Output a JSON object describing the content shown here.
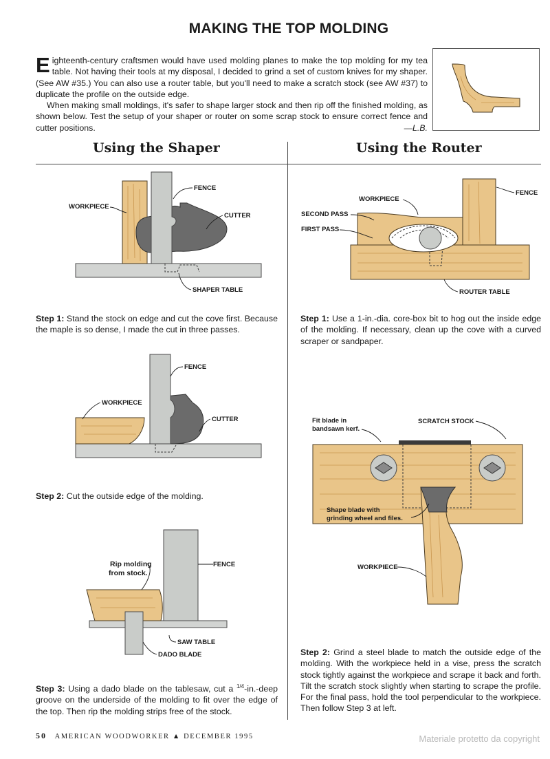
{
  "title": "MAKING THE TOP MOLDING",
  "intro": {
    "dropcap": "E",
    "p1_rest": "ighteenth-century craftsmen would have used molding planes to make the top molding for my tea table. Not having their tools at my disposal, I decided to grind a set of custom knives for my shaper. (See AW #35.) You can also use a router table, but you'll need to make a scratch stock (see AW #37) to duplicate the profile on the outside edge.",
    "p2": "When making small moldings, it's safer to shape larger stock and then rip off the finished molding, as shown below. Test the setup of your shaper or router on some scrap stock to ensure correct fence and cutter positions.",
    "signature": "—L.B."
  },
  "columns": {
    "left_heading": "Using the Shaper",
    "right_heading": "Using the Router"
  },
  "shaper": {
    "fig1": {
      "workpiece": "WORKPIECE",
      "fence": "FENCE",
      "cutter": "CUTTER",
      "table": "SHAPER TABLE"
    },
    "step1": {
      "label": "Step 1:",
      "text": "Stand the stock on edge and cut the cove first. Because the maple is so dense, I made the cut in three passes."
    },
    "fig2": {
      "workpiece": "WORKPIECE",
      "fence": "FENCE",
      "cutter": "CUTTER"
    },
    "step2": {
      "label": "Step 2:",
      "text": "Cut the outside edge of the molding."
    },
    "fig3": {
      "rip_line1": "Rip molding",
      "rip_line2": "from stock.",
      "fence": "FENCE",
      "table": "SAW TABLE",
      "dado": "DADO BLADE"
    },
    "step3": {
      "label": "Step 3:",
      "text_before": "Using a dado blade on the tablesaw, cut a ",
      "fraction": "1/4",
      "text_after": "-in.-deep groove on the underside of the molding to fit over the edge of the top. Then rip the molding strips free of the stock."
    }
  },
  "router": {
    "fig1": {
      "workpiece": "WORKPIECE",
      "second": "SECOND PASS",
      "first": "FIRST PASS",
      "fence": "FENCE",
      "table": "ROUTER TABLE"
    },
    "step1": {
      "label": "Step 1:",
      "text": "Use a 1-in.-dia. core-box bit to hog out the inside edge of the molding. If necessary, clean up the cove with a curved scraper or sandpaper."
    },
    "fig2": {
      "fit_line1": "Fit blade in",
      "fit_line2": "bandsawn kerf.",
      "scratch": "SCRATCH STOCK",
      "shape_line1": "Shape blade with",
      "shape_line2": "grinding wheel and files.",
      "workpiece": "WORKPIECE"
    },
    "step2": {
      "label": "Step 2:",
      "text": "Grind a steel blade to match the outside edge of the molding. With the workpiece held in a vise, press the scratch stock tightly against the workpiece and scrape it back and forth. Tilt the scratch stock slightly when starting to scrape the profile. For the final pass, hold the tool perpendicular to the workpiece. Then follow Step 3 at left."
    }
  },
  "footer": {
    "page": "50",
    "magazine": "AMERICAN WOODWORKER",
    "triangle": "▲",
    "issue": "DECEMBER 1995"
  },
  "watermark": "Materiale protetto da copyright",
  "colors": {
    "wood": "#e9c589",
    "metal": "#c9ccc9",
    "cutter": "#6b6b6b"
  }
}
